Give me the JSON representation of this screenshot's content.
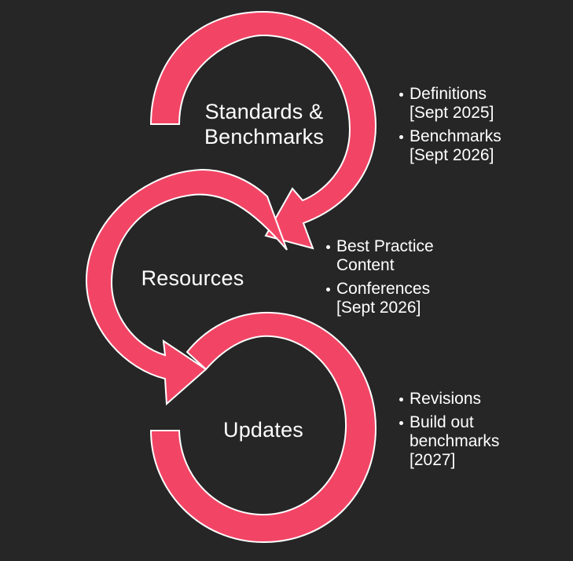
{
  "colors": {
    "background": "#262626",
    "arrow_fill": "#f24565",
    "arrow_stroke": "#ffffff",
    "text": "#ffffff"
  },
  "stages": [
    {
      "label": "Standards & Benchmarks",
      "notes": [
        "Definitions [Sept 2025]",
        "Benchmarks [Sept 2026]"
      ]
    },
    {
      "label": "Resources",
      "notes": [
        "Best Practice Content",
        "Conferences [Sept 2026]"
      ]
    },
    {
      "label": "Updates",
      "notes": [
        "Revisions",
        "Build out benchmarks [2027]"
      ]
    }
  ]
}
